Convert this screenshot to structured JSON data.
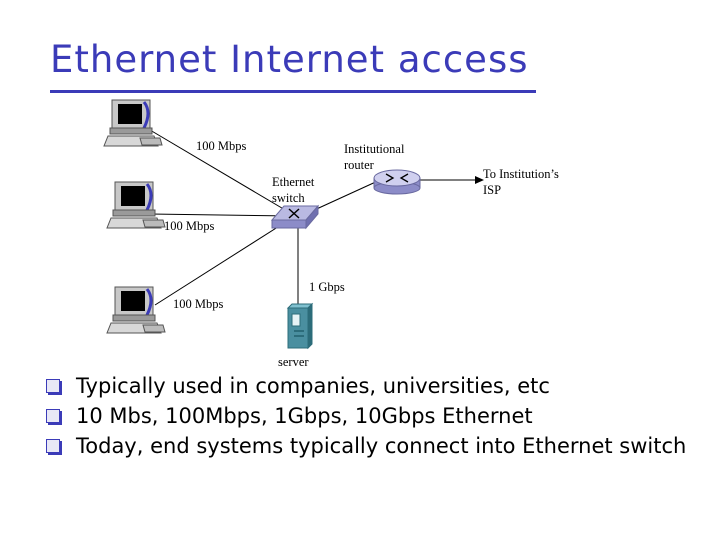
{
  "slide": {
    "title": "Ethernet Internet access"
  },
  "diagram": {
    "link_labels": {
      "pc1": "100 Mbps",
      "pc2": "100 Mbps",
      "pc3": "100 Mbps",
      "server": "1 Gbps"
    },
    "nodes": {
      "switch_line1": "Ethernet",
      "switch_line2": "switch",
      "router_line1": "Institutional",
      "router_line2": "router",
      "isp_line1": "To Institution’s",
      "isp_line2": "ISP",
      "server": "server"
    },
    "colors": {
      "title": "#3b3bb8",
      "switch": "#b9b9e2",
      "router": "#b9b9e2",
      "server": "#4a8fa0"
    }
  },
  "bullets": [
    "Typically used in companies, universities, etc",
    "10 Mbs, 100Mbps, 1Gbps, 10Gbps Ethernet",
    "Today, end systems typically connect into Ethernet switch"
  ]
}
